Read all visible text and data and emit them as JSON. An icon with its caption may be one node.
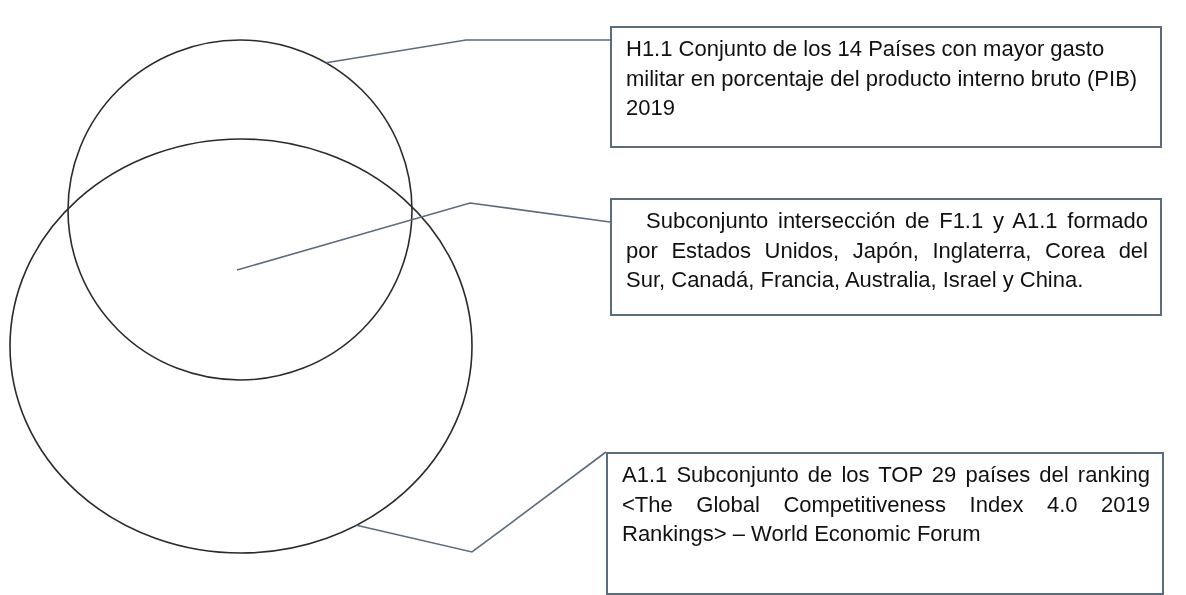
{
  "diagram": {
    "nodes": [
      {
        "text": [
          "H1.1 Conjunto de los 14 Países con mayor gasto militar en porcentaje del producto interno bruto (PIB) 2019"
        ]
      },
      {
        "text": [
          "Subconjunto intersección de F1.1 y A1.1 formado por Estados Unidos, Japón, Inglaterra, Corea del Sur, Canadá, Francia, Australia, Israel y China."
        ]
      },
      {
        "text": [
          "A1.1 Subconjunto de los TOP 29 países del ranking <The Global Competitiveness Index 4.0 2019 Rankings> – World Economic Forum"
        ]
      },
      {
        "text": [],
        "shape": "circle"
      },
      {
        "text": [],
        "shape": "circle"
      }
    ],
    "edges": [
      {
        "from": 0,
        "to": 3,
        "arrow": "none"
      },
      {
        "from": 1,
        "to": 3,
        "arrow": "none"
      },
      {
        "from": 2,
        "to": 4,
        "arrow": "none"
      }
    ]
  }
}
